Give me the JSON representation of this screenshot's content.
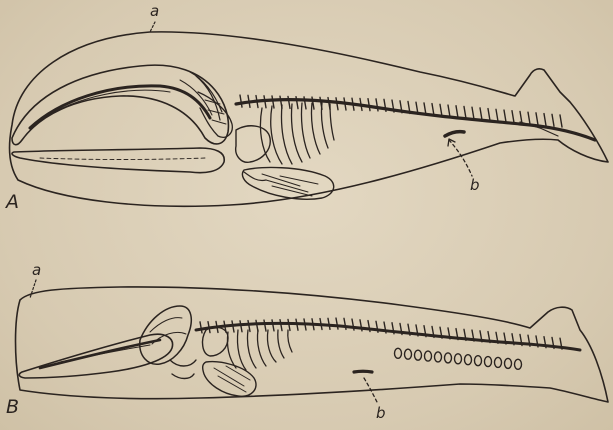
{
  "labels": {
    "a_top": "a",
    "b_top": "b",
    "A": "A",
    "a_bottom": "a",
    "b_bottom": "b",
    "B": "B"
  },
  "colors": {
    "paper": "#d9ccb4",
    "ink": "#2b2420"
  }
}
